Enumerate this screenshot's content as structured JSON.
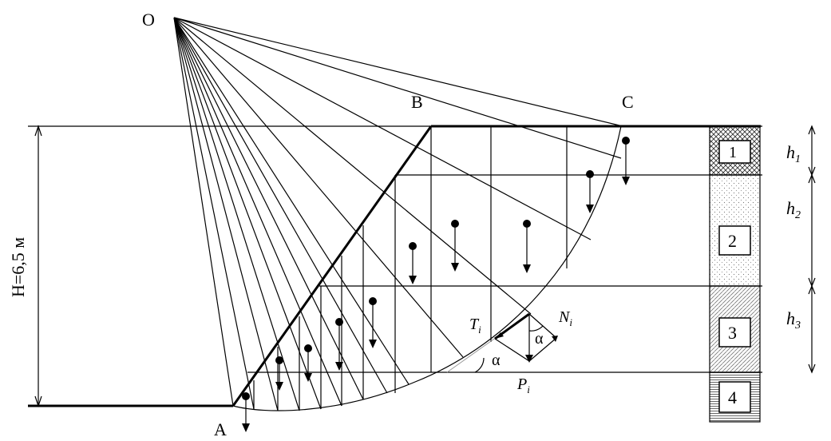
{
  "labels": {
    "point_o": "O",
    "point_a": "A",
    "point_b": "B",
    "point_c": "C",
    "height": "H=6,5 м",
    "force_t": "T",
    "force_t_sub": "i",
    "force_n": "N",
    "force_n_sub": "i",
    "force_p": "P",
    "force_p_sub": "i",
    "angle_1": "α",
    "angle_2": "α"
  },
  "layers": [
    {
      "number": "1",
      "thickness_label": "h",
      "thickness_sub": "1"
    },
    {
      "number": "2",
      "thickness_label": "h",
      "thickness_sub": "2"
    },
    {
      "number": "3",
      "thickness_label": "h",
      "thickness_sub": "3"
    },
    {
      "number": "4"
    }
  ]
}
